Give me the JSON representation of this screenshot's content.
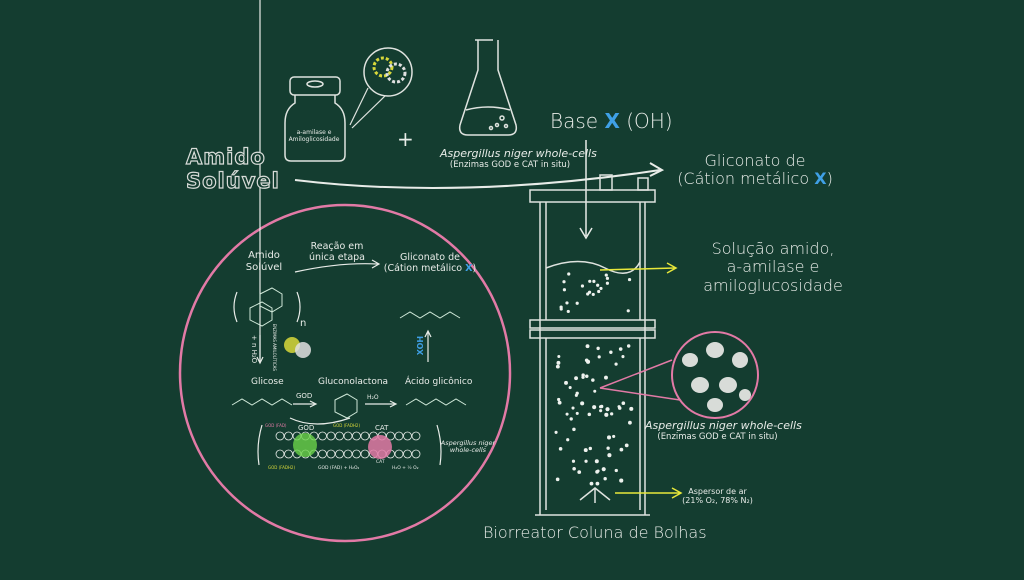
{
  "colors": {
    "background": "#143d30",
    "chalk": "#e8ece8",
    "accent_blue": "#3fa0e6",
    "pink": "#e27aa6",
    "yellow": "#e8e83a",
    "green": "#6ad24a"
  },
  "title_left": {
    "line1": "Amido",
    "line2": "Solúvel"
  },
  "vial_label": {
    "line1": "a-amilase e",
    "line2": "Amiloglicosidade"
  },
  "plus": "+",
  "cells_top": {
    "name": "Aspergillus niger whole-cells",
    "note": "(Enzimas GOD e CAT in situ)"
  },
  "base": {
    "prefix": "Base",
    "x": "X",
    "suffix": "(OH)"
  },
  "product": {
    "line1": "Gliconato de",
    "line2_prefix": "(Cátion metálico",
    "x": "X",
    "line2_suffix": ")"
  },
  "solution": {
    "line1": "Solução amido,",
    "line2": "a-amilase e",
    "line3": "amiloglucosidade"
  },
  "cells_right": {
    "name": "Aspergillus niger whole-cells",
    "note": "(Enzimas GOD e CAT in situ)"
  },
  "sparger": {
    "line1": "Aspersor de ar",
    "line2": "(21% O₂, 78% N₂)"
  },
  "reactor_label": "Biorreator Coluna de Bolhas",
  "inset": {
    "start": {
      "line1": "Amido",
      "line2": "Solúvel"
    },
    "reaction": {
      "line1": "Reação em",
      "line2": "única etapa"
    },
    "product": {
      "line1": "Gliconato de",
      "line2_prefix": "(Cátion metálico",
      "x": "X",
      "line2_suffix": ")"
    },
    "repeat_n": "n",
    "hydrolysis": "+ n H₂O",
    "enzymes": "ENZIMAS AMILOLÍTICAS",
    "base_reagent": "XOH",
    "glucose": "Glicose",
    "gluconolactone": "Gluconolactona",
    "gluconic_acid": "Ácido glicônico",
    "god": "GOD",
    "water": "H₂O",
    "god_fad": "GOD (FAD)",
    "god_fadh2": "GOD (FADH2)",
    "god_membrane": "GOD",
    "cat_membrane": "CAT",
    "cat_reaction": "CAT",
    "bottom_eq": "GOD (FAD) + H₂O₂",
    "bottom_products": "H₂O + ½ O₂",
    "cells": {
      "line1": "Aspergillus niger",
      "line2": "whole-cells"
    }
  }
}
